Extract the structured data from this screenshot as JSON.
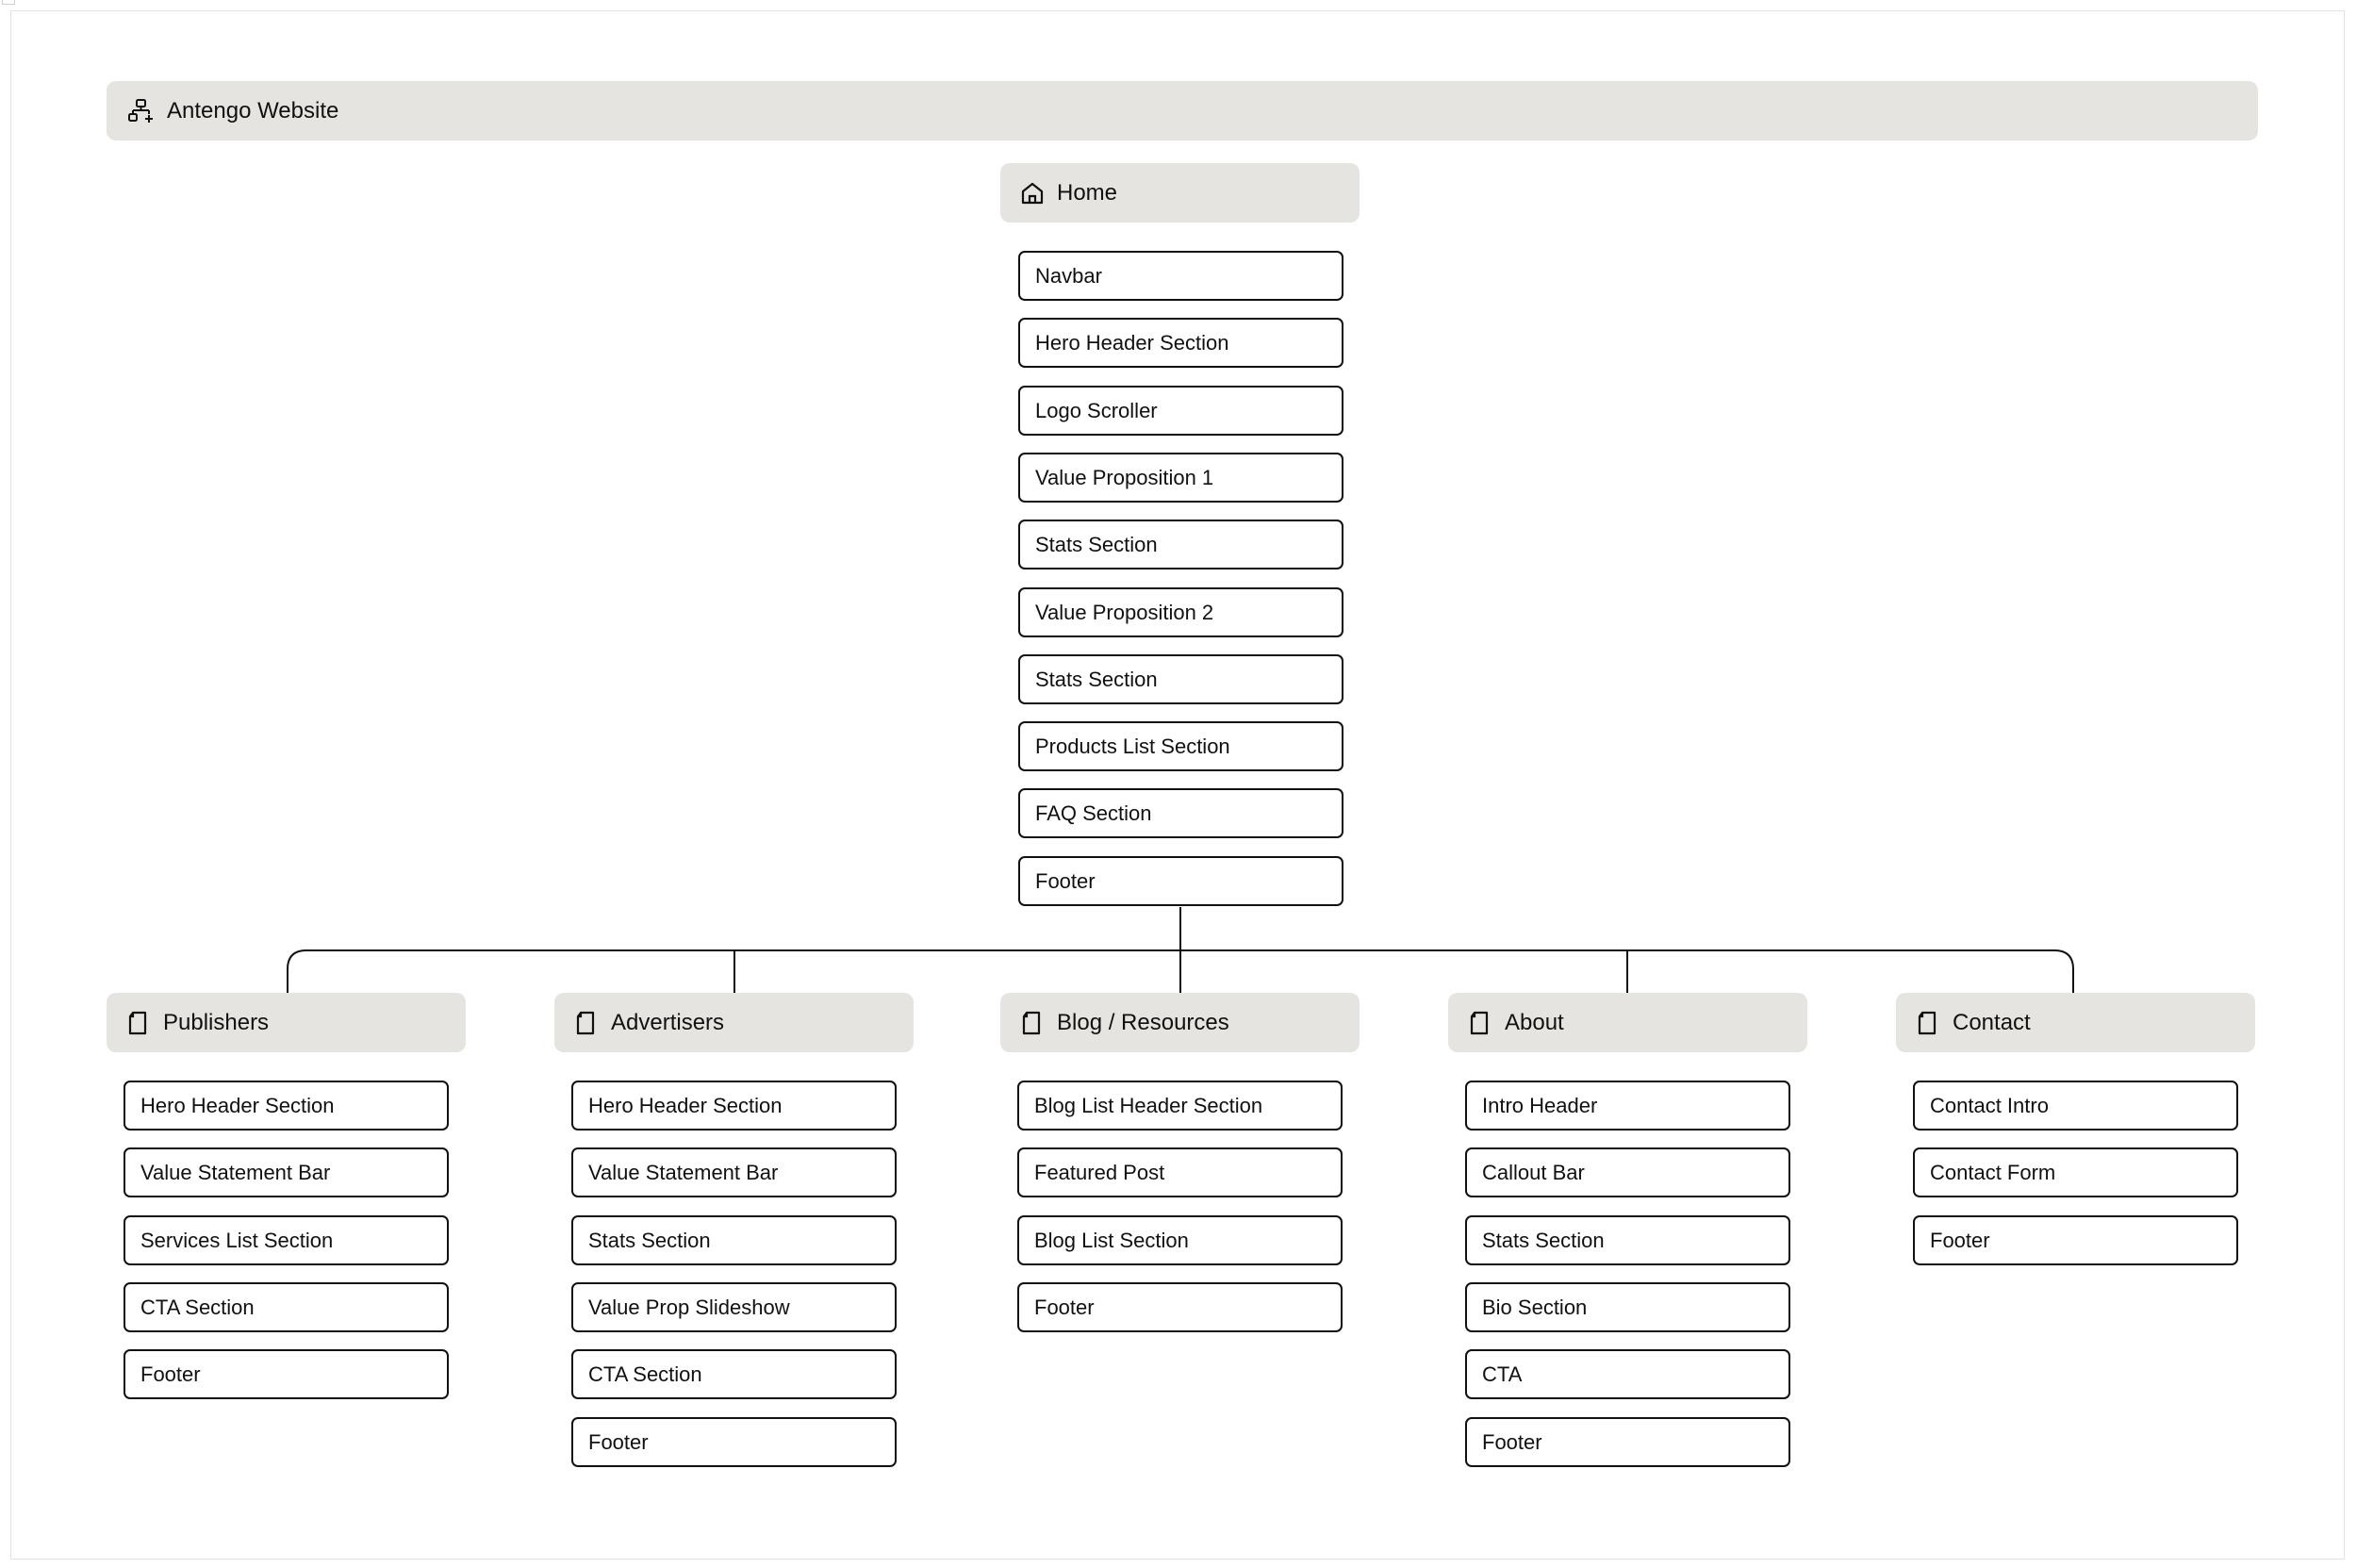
{
  "site": {
    "title": "Antengo Website",
    "icon": "sitemap-icon"
  },
  "home": {
    "title": "Home",
    "icon": "home-icon",
    "sections": [
      "Navbar",
      "Hero Header Section",
      "Logo Scroller",
      "Value Proposition 1",
      "Stats Section",
      "Value Proposition 2",
      "Stats Section",
      "Products List Section",
      "FAQ Section",
      "Footer"
    ]
  },
  "pages": [
    {
      "title": "Publishers",
      "icon": "page-icon",
      "sections": [
        "Hero Header Section",
        "Value Statement Bar",
        "Services List Section",
        "CTA Section",
        "Footer"
      ]
    },
    {
      "title": "Advertisers",
      "icon": "page-icon",
      "sections": [
        "Hero Header Section",
        "Value Statement Bar",
        "Stats Section",
        "Value Prop Slideshow",
        "CTA Section",
        "Footer"
      ]
    },
    {
      "title": "Blog / Resources",
      "icon": "page-icon",
      "sections": [
        "Blog List Header Section",
        "Featured Post",
        "Blog List Section",
        "Footer"
      ]
    },
    {
      "title": "About",
      "icon": "page-icon",
      "sections": [
        "Intro Header",
        "Callout Bar",
        "Stats Section",
        "Bio Section",
        "CTA",
        "Footer"
      ]
    },
    {
      "title": "Contact",
      "icon": "page-icon",
      "sections": [
        "Contact Intro",
        "Contact Form",
        "Footer"
      ]
    }
  ],
  "colors": {
    "card_fill": "#e6e4e0",
    "line": "#111111",
    "background": "#ffffff"
  }
}
